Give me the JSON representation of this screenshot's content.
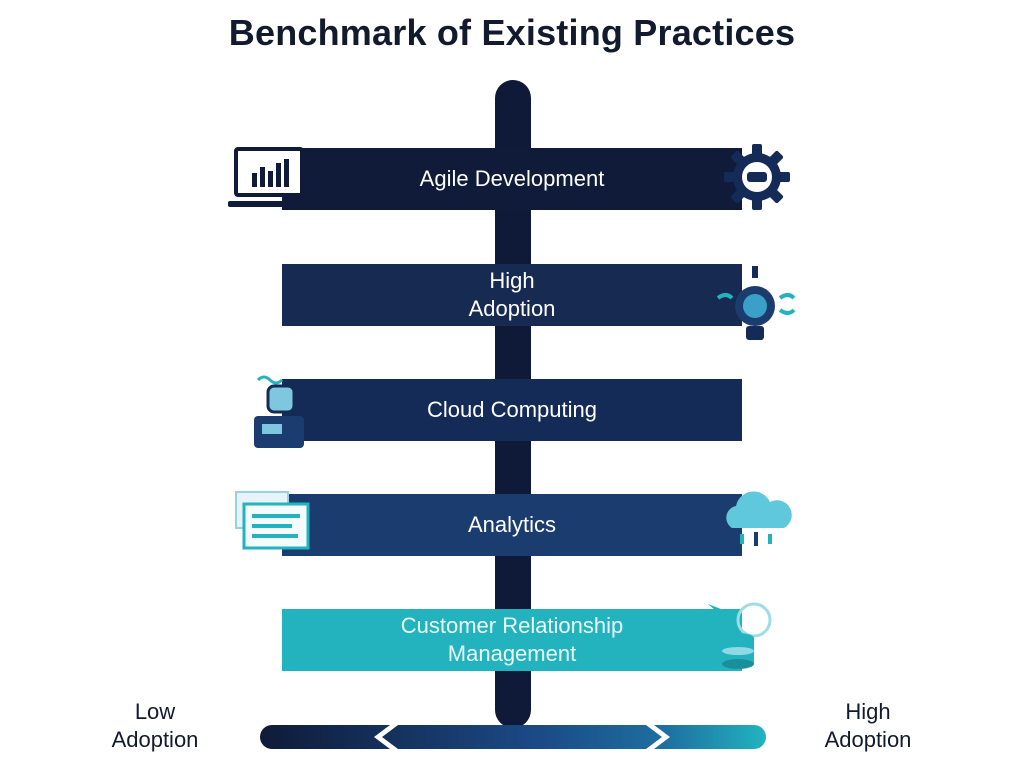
{
  "title": "Benchmark of Existing Practices",
  "bars": [
    {
      "label": "Agile Development",
      "color": "#0f1b38"
    },
    {
      "label": "High\nAdoption",
      "color": "#162a52"
    },
    {
      "label": "Cloud Computing",
      "color": "#142b57"
    },
    {
      "label": "Analytics",
      "color": "#1b3c6e"
    },
    {
      "label": "Customer Relationship\nManagement",
      "color": "#22b3bf"
    }
  ],
  "axis": {
    "low_label": "Low\nAdoption",
    "high_label": "High\nAdoption",
    "gradient_colors": [
      "#0f1b38",
      "#1b4a86",
      "#22b3bf"
    ]
  },
  "icons": [
    "monitor-chart-icon",
    "gear-icon",
    "lightbulb-icon",
    "robot-icon",
    "document-icon",
    "cloud-icon",
    "database-icon"
  ]
}
